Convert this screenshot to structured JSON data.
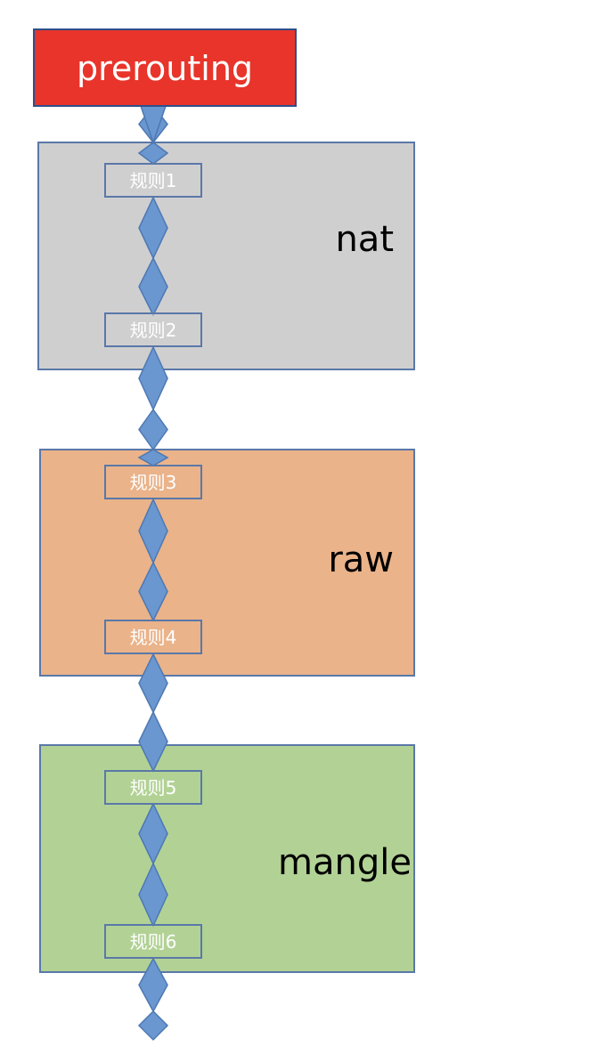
{
  "header": {
    "label": "prerouting",
    "color": "#e8342a",
    "border_color": "#2e4f8a"
  },
  "tables": [
    {
      "name": "nat",
      "fill": "#d0cfd0",
      "border": "#5a78a8",
      "rules": [
        "规则1",
        "规则2"
      ]
    },
    {
      "name": "raw",
      "fill": "#eab38a",
      "border": "#5a78a8",
      "rules": [
        "规则3",
        "规则4"
      ]
    },
    {
      "name": "mangle",
      "fill": "#b2d295",
      "border": "#5a78a8",
      "rules": [
        "规则5",
        "规则6"
      ]
    }
  ],
  "connector": {
    "color": "#6b97d0",
    "icon": "diamond-arrow-icon"
  }
}
